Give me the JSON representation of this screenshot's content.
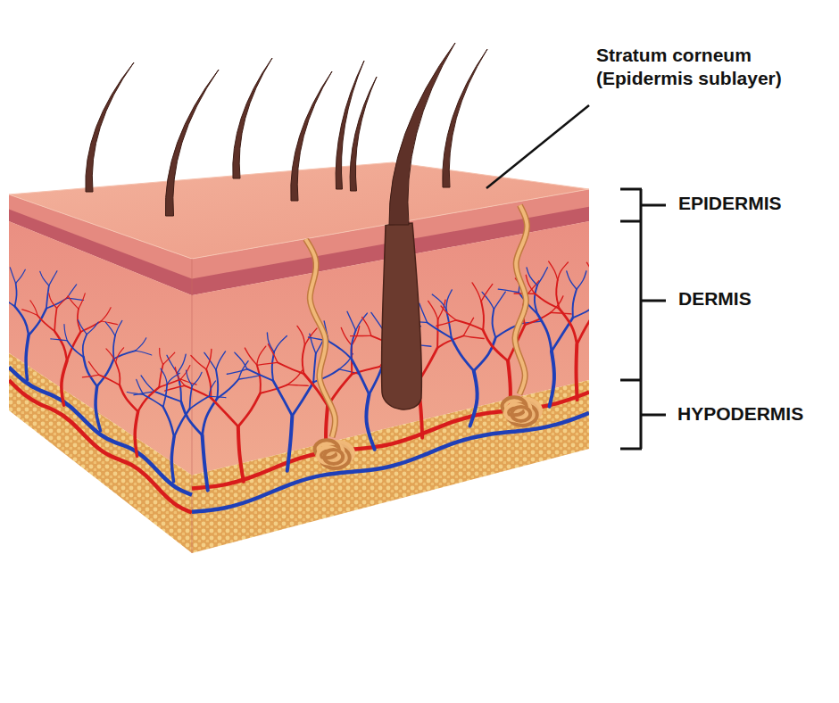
{
  "diagram": {
    "labels": [
      "Stratum corneum (Epidermis sublayer)",
      "EPIDERMIS",
      "DERMIS",
      "HYPODERMIS"
    ]
  }
}
